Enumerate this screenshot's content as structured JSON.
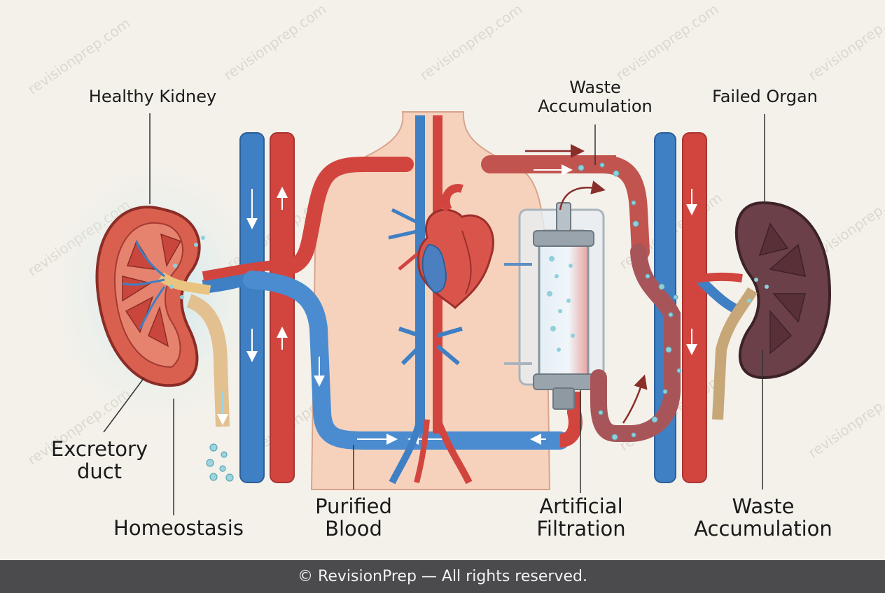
{
  "labels": {
    "healthy_kidney": "Healthy Kidney",
    "waste_accumulation_top": [
      "Waste",
      "Accumulation"
    ],
    "failed_organ": "Failed Organ",
    "excretory_duct": [
      "Excretory",
      "duct"
    ],
    "homeostasis": "Homeostasis",
    "purified_blood": [
      "Purified",
      "Blood"
    ],
    "artificial_filtration": [
      "Artificial",
      "Filtration"
    ],
    "waste_accumulation_bottom": [
      "Waste",
      "Accumulation"
    ]
  },
  "watermark": "revisionprep.com",
  "footer": "© RevisionPrep — All rights reserved.",
  "colors": {
    "background": "#f4f1ea",
    "artery": "#d2453f",
    "vein": "#3f7fc4",
    "healthy_kidney": "#d9604f",
    "failed_kidney": "#6b4048",
    "waste_bubble": "#8fd0da",
    "footer_bar": "#4b4b4d"
  },
  "icons": [
    "healthy-kidney-icon",
    "heart-icon",
    "dialyzer-icon",
    "failed-kidney-icon"
  ]
}
